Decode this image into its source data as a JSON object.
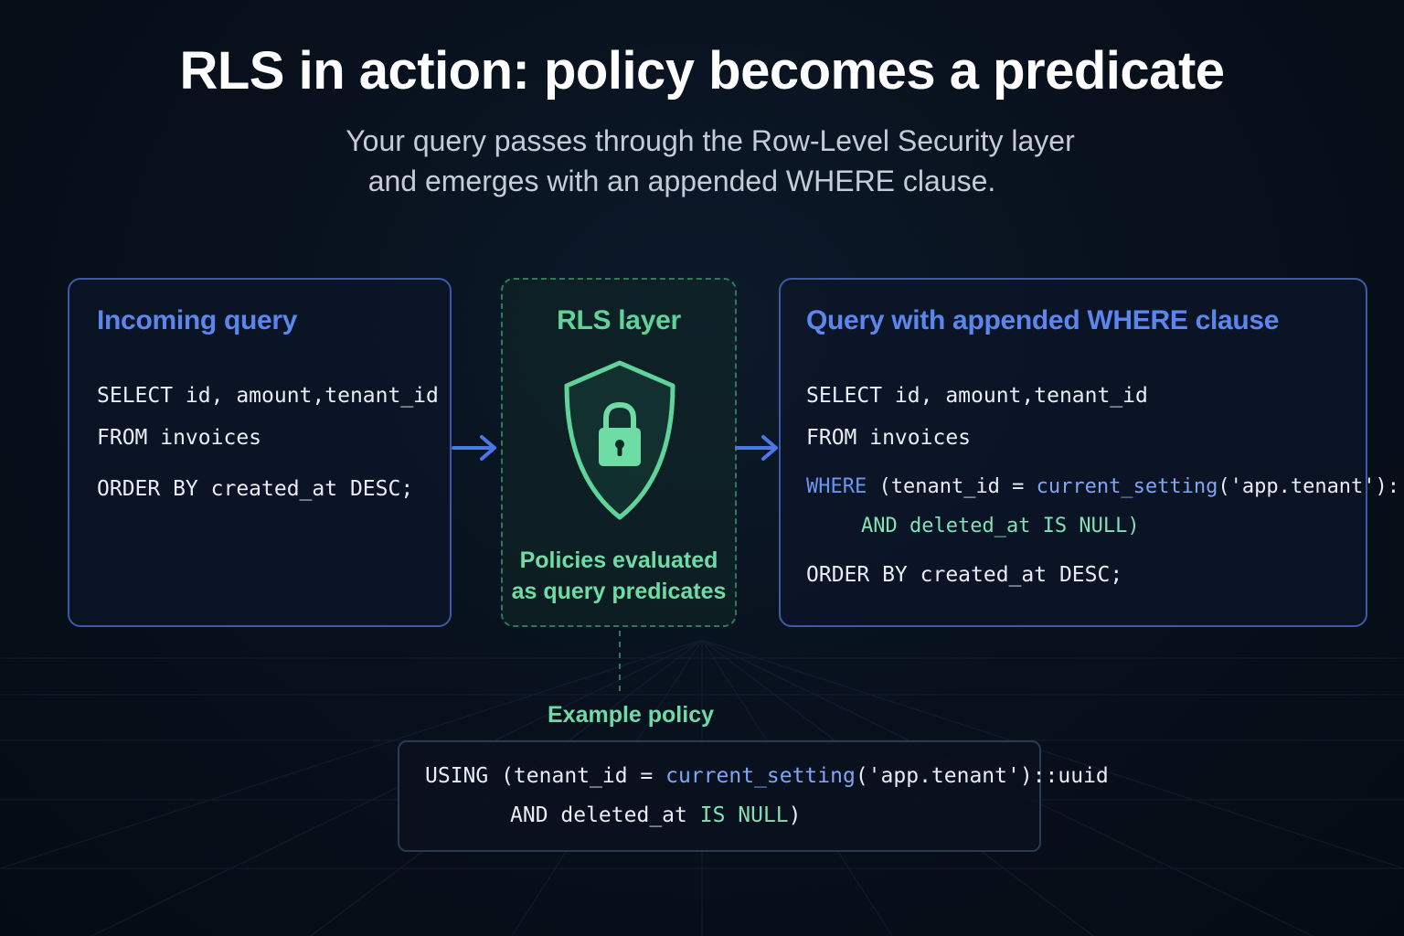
{
  "header": {
    "title": "RLS in action: policy becomes a predicate",
    "subtitle_line1": "Your query passes through the Row-Level Security layer",
    "subtitle_line2": "and emerges with an appended WHERE clause."
  },
  "incoming": {
    "title": "Incoming query",
    "line1": "SELECT id, amount,tenant_id",
    "line2": "FROM invoices",
    "line3": "ORDER BY created_at DESC;"
  },
  "rls": {
    "title": "RLS layer",
    "caption_line1": "Policies evaluated",
    "caption_line2": "as query predicates",
    "icon": "shield-lock-icon"
  },
  "output": {
    "title": "Query with appended WHERE clause",
    "line1": "SELECT id, amount,tenant_id",
    "line2": "FROM invoices",
    "where_kw": "WHERE",
    "where_open": " (tenant_id = ",
    "where_fn": "current_setting",
    "where_arg": "('app.tenant')::uuid",
    "and_line": "AND deleted_at IS NULL)",
    "line_last": "ORDER BY created_at DESC;"
  },
  "example": {
    "label": "Example policy",
    "using_kw": "USING (tenant_id = ",
    "fn": "current_setting",
    "arg": "('app.tenant')::uuid",
    "and_kw": "AND deleted_at ",
    "null_kw": "IS NULL",
    "close": ")"
  },
  "colors": {
    "accent_blue": "#5b86ee",
    "accent_green": "#5fd39a",
    "background": "#08111d"
  }
}
